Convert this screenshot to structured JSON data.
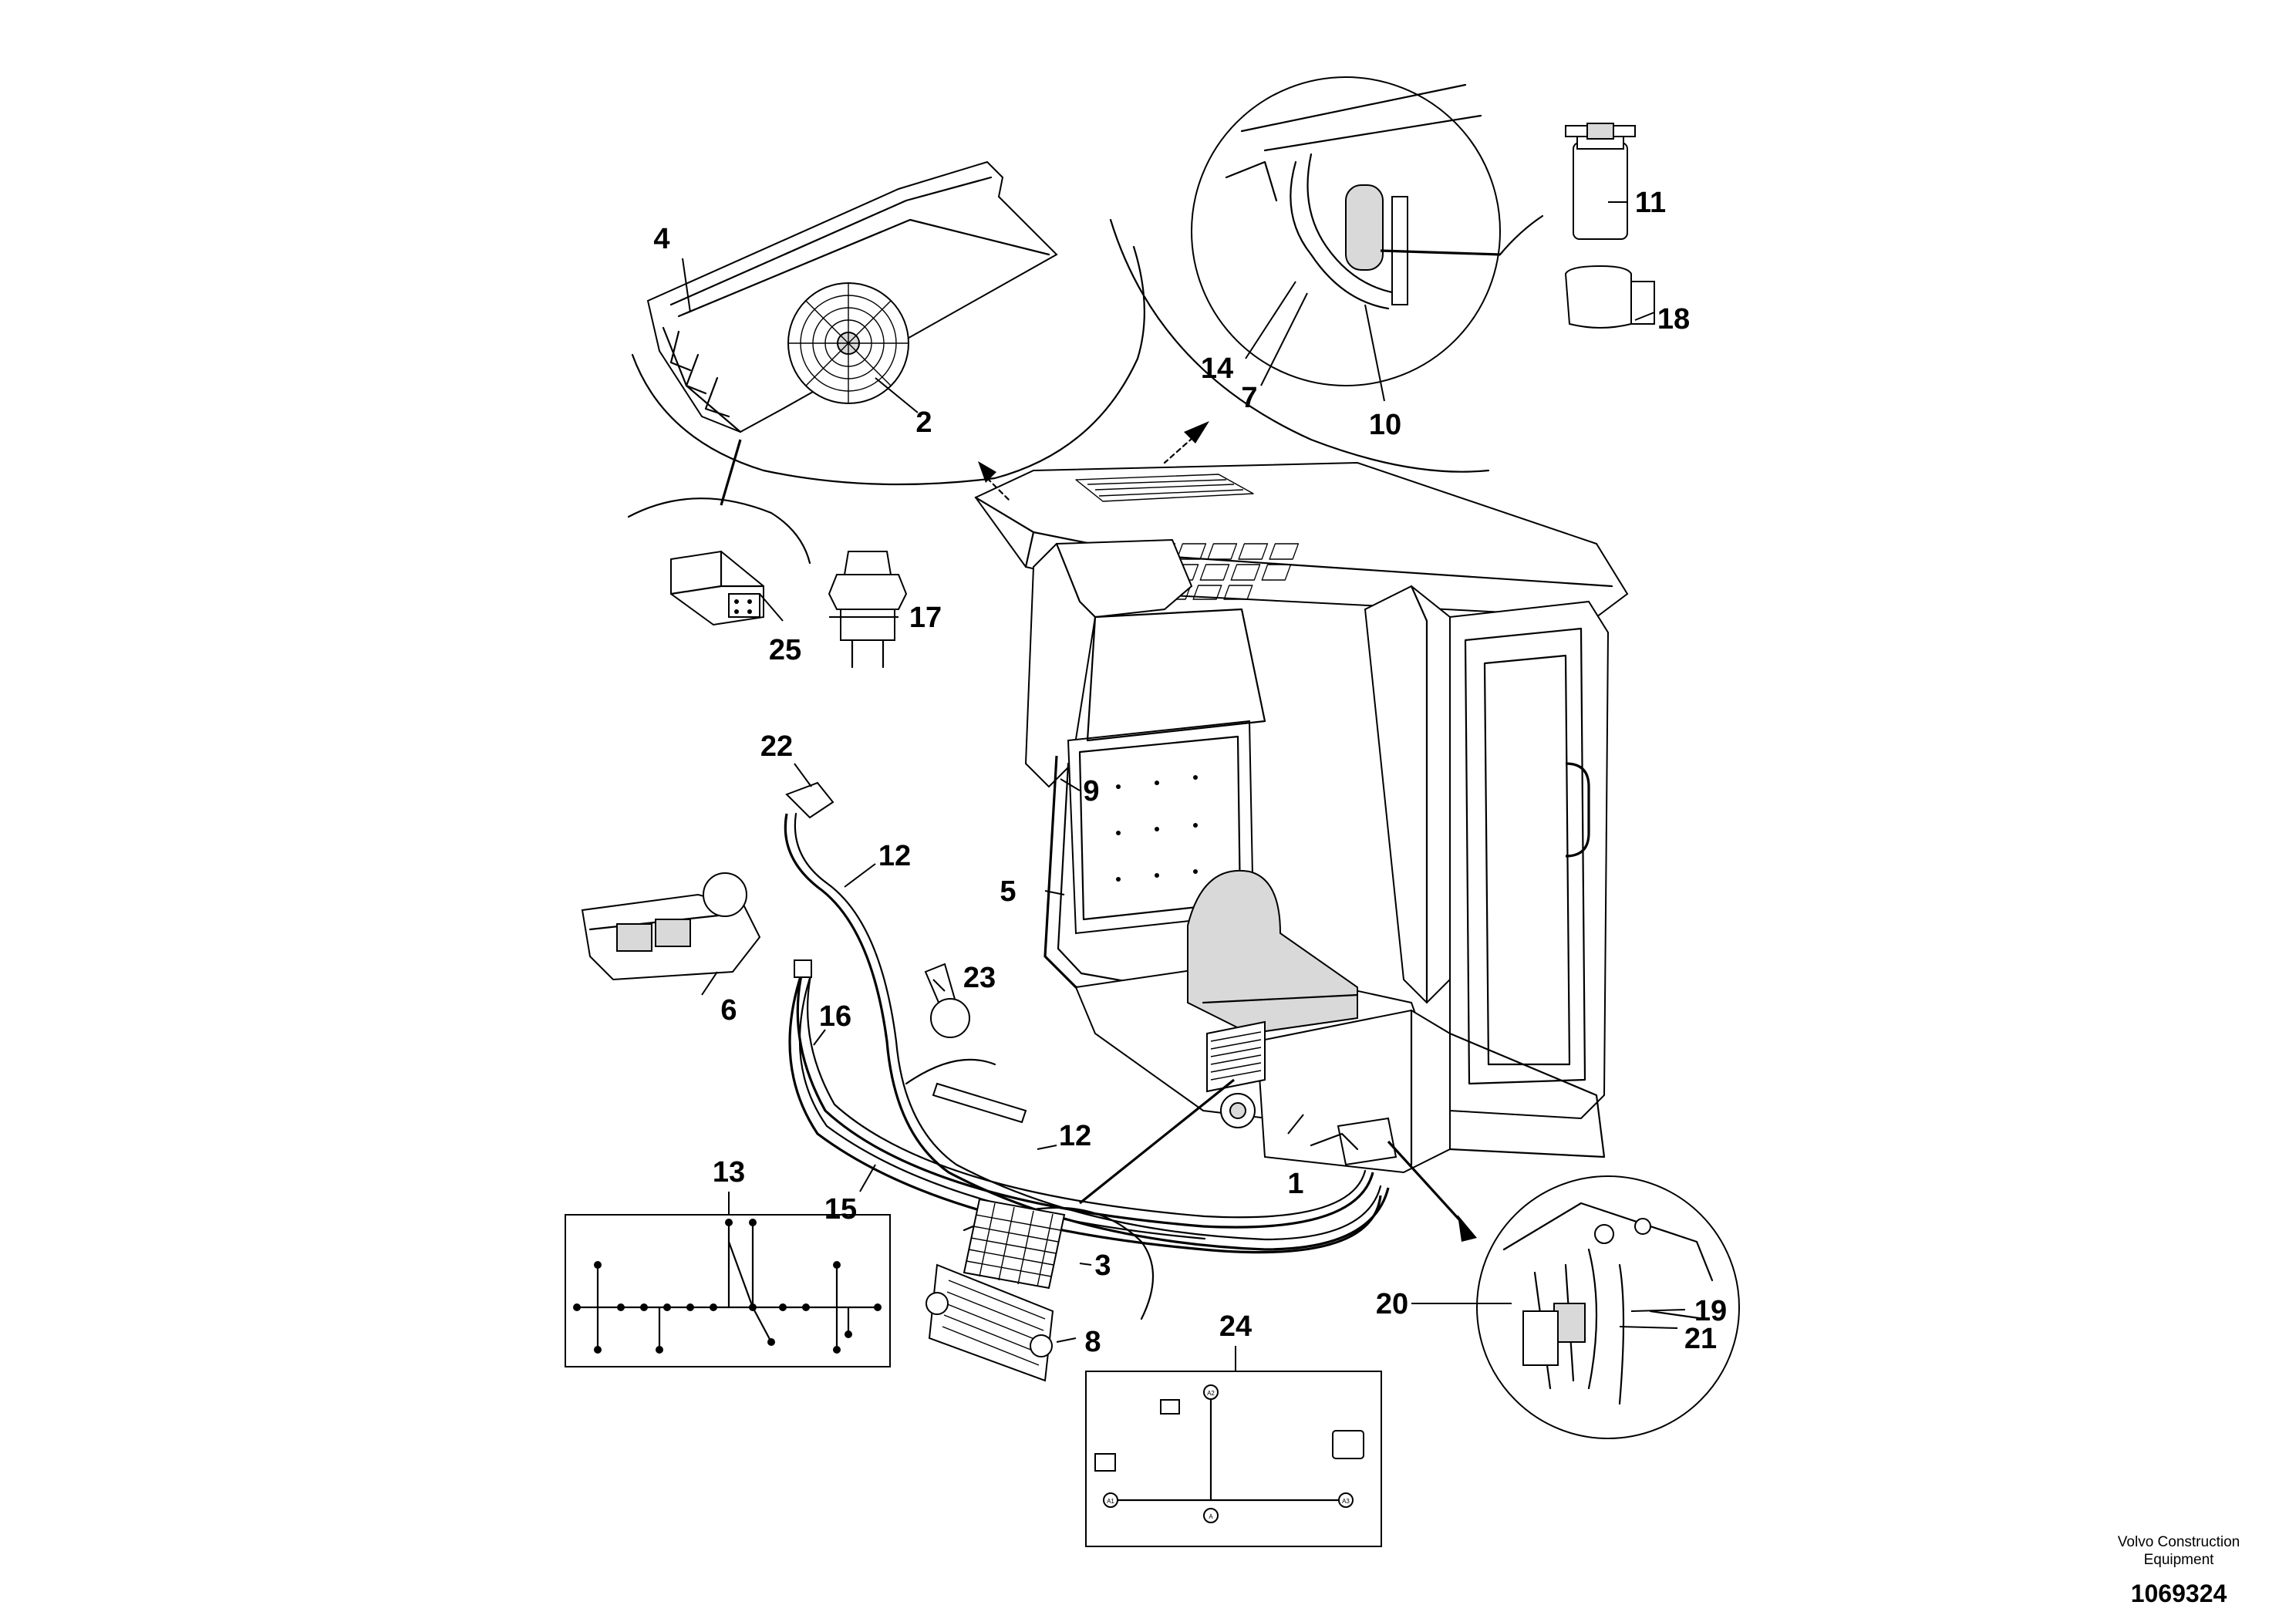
{
  "callouts": {
    "c1": "1",
    "c2": "2",
    "c3": "3",
    "c4": "4",
    "c5": "5",
    "c6": "6",
    "c7": "7",
    "c8": "8",
    "c9": "9",
    "c10": "10",
    "c11": "11",
    "c12a": "12",
    "c12b": "12",
    "c13": "13",
    "c14": "14",
    "c15": "15",
    "c16": "16",
    "c17": "17",
    "c18": "18",
    "c19": "19",
    "c20": "20",
    "c21": "21",
    "c22": "22",
    "c23": "23",
    "c24": "24",
    "c25": "25"
  },
  "schematic24_tags": {
    "top": "A2",
    "left": "A1",
    "right": "A3",
    "center": "A"
  },
  "footer": {
    "company_line1": "Volvo Construction",
    "company_line2": "Equipment",
    "drawing_number": "1069324"
  }
}
